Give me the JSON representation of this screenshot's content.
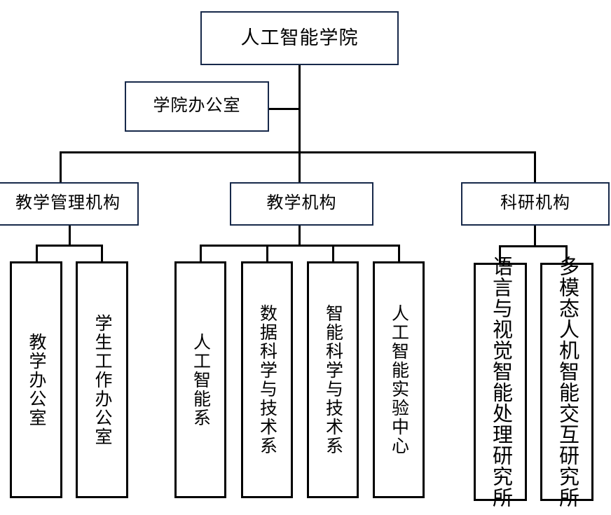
{
  "diagram": {
    "type": "organizational-chart",
    "title_text": "人工智能学院组织机构图",
    "colors": {
      "box_border_primary": "#17294a",
      "box_border_leaf": "#000000",
      "connector": "#000000",
      "background": "#ffffff",
      "text": "#000000"
    },
    "root": {
      "label": "人工智能学院"
    },
    "office": {
      "label": "学院办公室"
    },
    "branches": [
      {
        "label": "教学管理机构"
      },
      {
        "label": "教学机构"
      },
      {
        "label": "科研机构"
      }
    ],
    "leaves": {
      "teaching_management": [
        {
          "label": "教学办公室"
        },
        {
          "label": "学生工作办公室"
        }
      ],
      "teaching": [
        {
          "label": "人工智能系"
        },
        {
          "label": "数据科学与技术系"
        },
        {
          "label": "智能科学与技术系"
        },
        {
          "label": "人工智能实验中心"
        }
      ],
      "research": [
        {
          "label": "语言与视觉智能处理研究所"
        },
        {
          "label": "多模态人机智能交互研究所"
        }
      ]
    }
  }
}
